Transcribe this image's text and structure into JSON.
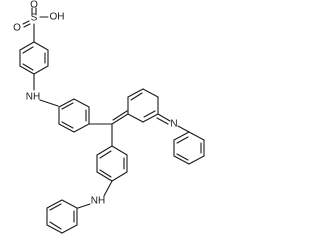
{
  "molecule": {
    "atoms": {
      "sulfonate_o_top": "O",
      "sulfonate_oh": "OH",
      "sulfur": "S",
      "sulfonate_o_bottom": "O",
      "amine_nh_left": "NH",
      "imine_n": "N",
      "amine_nh_bottom": "NH"
    }
  },
  "colors": {
    "bond": "#1a1a1a",
    "background": "#ffffff"
  }
}
